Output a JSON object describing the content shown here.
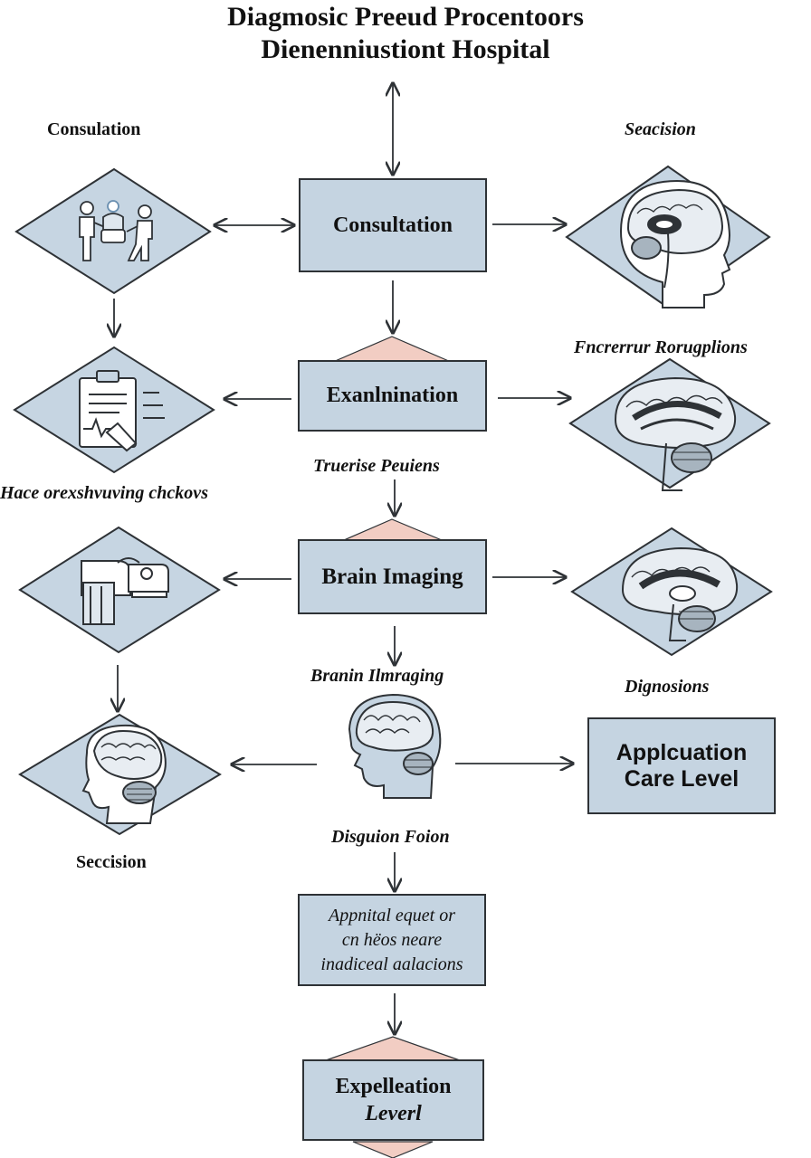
{
  "title": {
    "line1": "Diagmosic Preeud Procentoors",
    "line2": "Dienenniustiont Hospital"
  },
  "labels": {
    "top_left": "Consulation",
    "top_right": "Seacision",
    "right_mid": "Fncrerrur Rorugplions",
    "left_mid": "Hace orexshvuving chckovs",
    "center_mid": "Truerise Peuiens",
    "brain_imaging_caption": "Branin Ilmraging",
    "right_lower": "Dignosions",
    "bottom_left": "Seccision",
    "center_lower": "Disguion Foion"
  },
  "boxes": {
    "consultation": "Consultation",
    "examination": "Exanlnination",
    "brain_imaging": "Brain Imaging",
    "care_level": [
      "Applcuation",
      "Care Level"
    ],
    "appraisal": [
      "Appnital equet or",
      "cn hёos neare",
      "inadiceal aalacions"
    ],
    "final": [
      "Expelleation",
      "Leverl"
    ]
  },
  "colors": {
    "box_fill": "#c5d4e1",
    "diamond_fill": "#c6d5e2",
    "stroke": "#2e3236",
    "accent_pink": "#f2cdc3"
  },
  "icons": [
    "people-consultation-icon",
    "clipboard-icon",
    "mri-scanner-icon",
    "brain-head-icon",
    "brain-section-icon",
    "brain-sagittal-icon",
    "head-profile-brain-icon"
  ]
}
